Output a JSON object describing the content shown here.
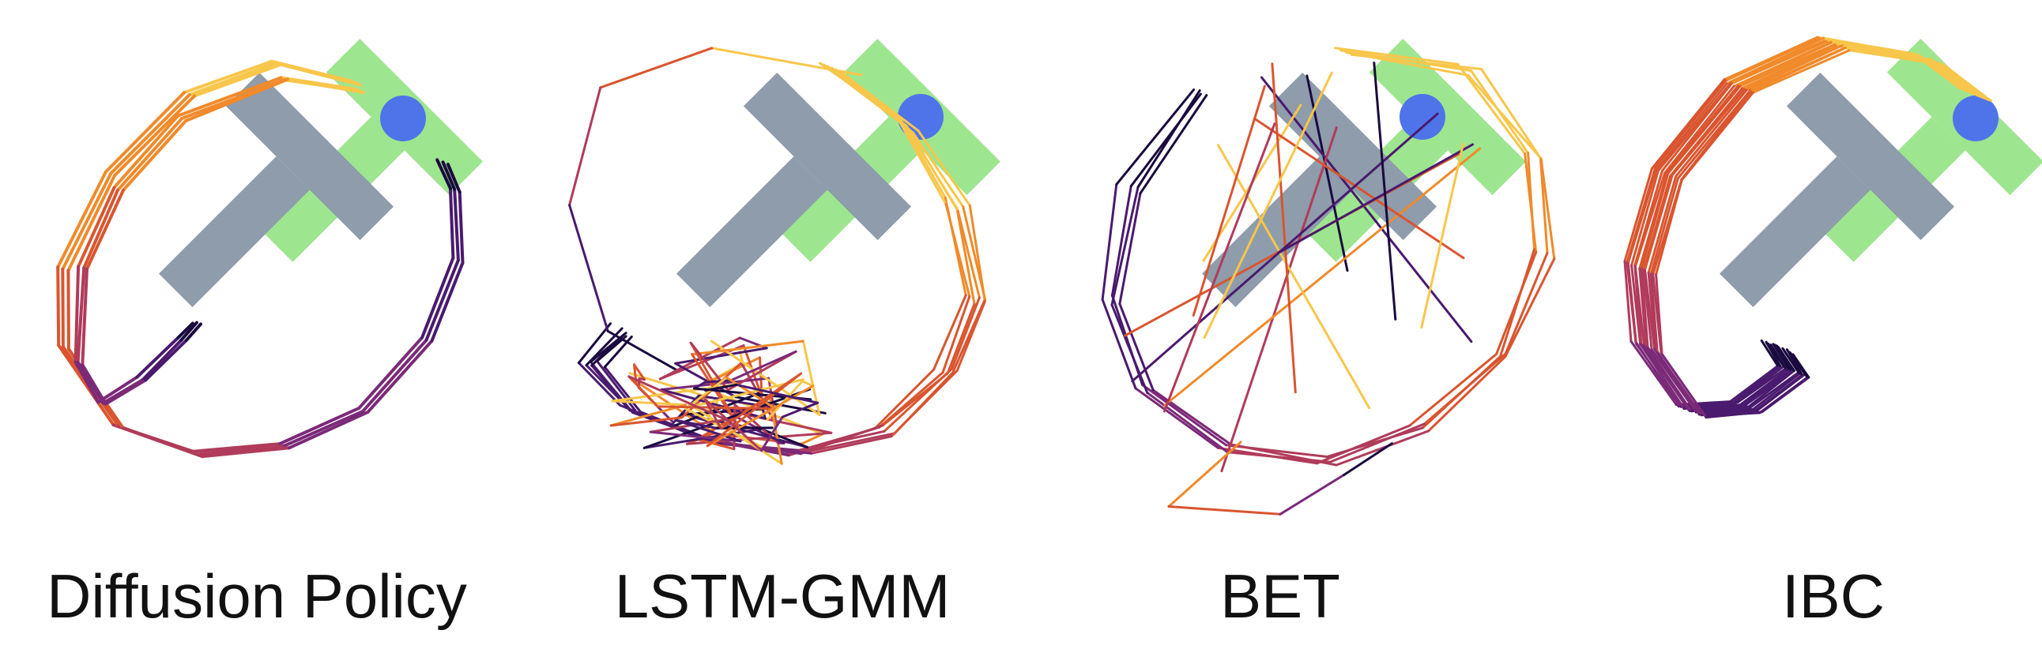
{
  "colors": {
    "background": "#ffffff",
    "t_block": "#8e9cab",
    "t_target": "#9ee58f",
    "agent_dot": "#4f74ea",
    "trajectory_gradient": [
      "#1a0a3f",
      "#4a1a6e",
      "#7b2a78",
      "#b03b5a",
      "#d9552f",
      "#f08a2a",
      "#f8c64a",
      "#fff08a"
    ]
  },
  "panels": [
    {
      "label": "Diffusion Policy"
    },
    {
      "label": "LSTM-GMM"
    },
    {
      "label": "BET"
    },
    {
      "label": "IBC"
    }
  ]
}
